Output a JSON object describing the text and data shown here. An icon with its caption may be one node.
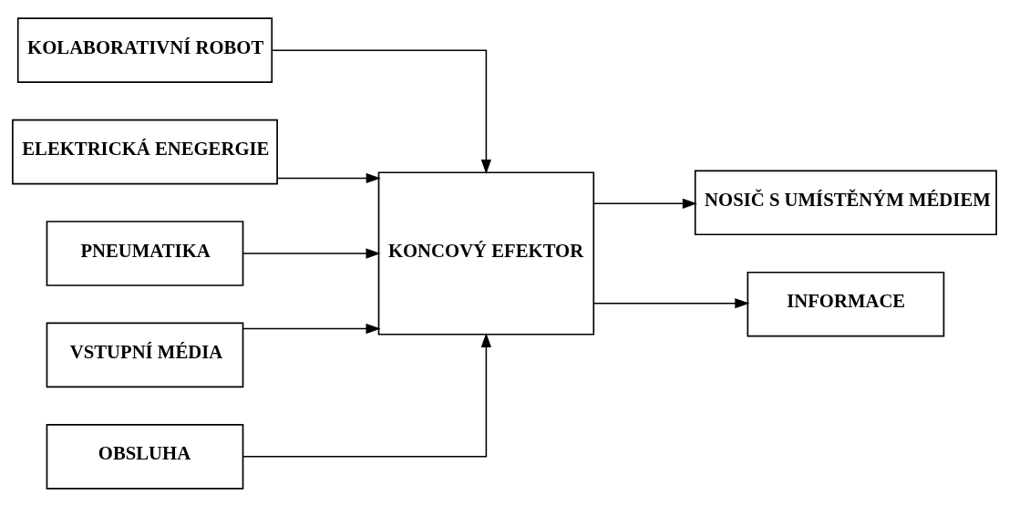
{
  "diagram": {
    "nodes": [
      {
        "text": [
          "KOLABORATIVNÍ ROBOT"
        ]
      },
      {
        "text": [
          "ELEKTRICKÁ ENEGERGIE"
        ]
      },
      {
        "text": [
          "PNEUMATIKA"
        ]
      },
      {
        "text": [
          "VSTUPNÍ MÉDIA"
        ]
      },
      {
        "text": [
          "KONCOVÝ EFEKTOR"
        ]
      },
      {
        "text": [
          "NOSIČ S UMÍSTĚNÝM MÉDIEM"
        ]
      },
      {
        "text": [
          "INFORMACE"
        ]
      },
      {
        "text": [
          "OBSLUHA"
        ]
      }
    ],
    "edges": [
      {
        "from": 0,
        "to": 4,
        "arrow": "to"
      },
      {
        "from": 1,
        "to": 4,
        "arrow": "to"
      },
      {
        "from": 2,
        "to": 4,
        "arrow": "to"
      },
      {
        "from": 3,
        "to": 4,
        "arrow": "to"
      },
      {
        "from": 4,
        "to": 5,
        "arrow": "to"
      },
      {
        "from": 4,
        "to": 6,
        "arrow": "to"
      },
      {
        "from": 7,
        "to": 4,
        "arrow": "to"
      }
    ]
  }
}
